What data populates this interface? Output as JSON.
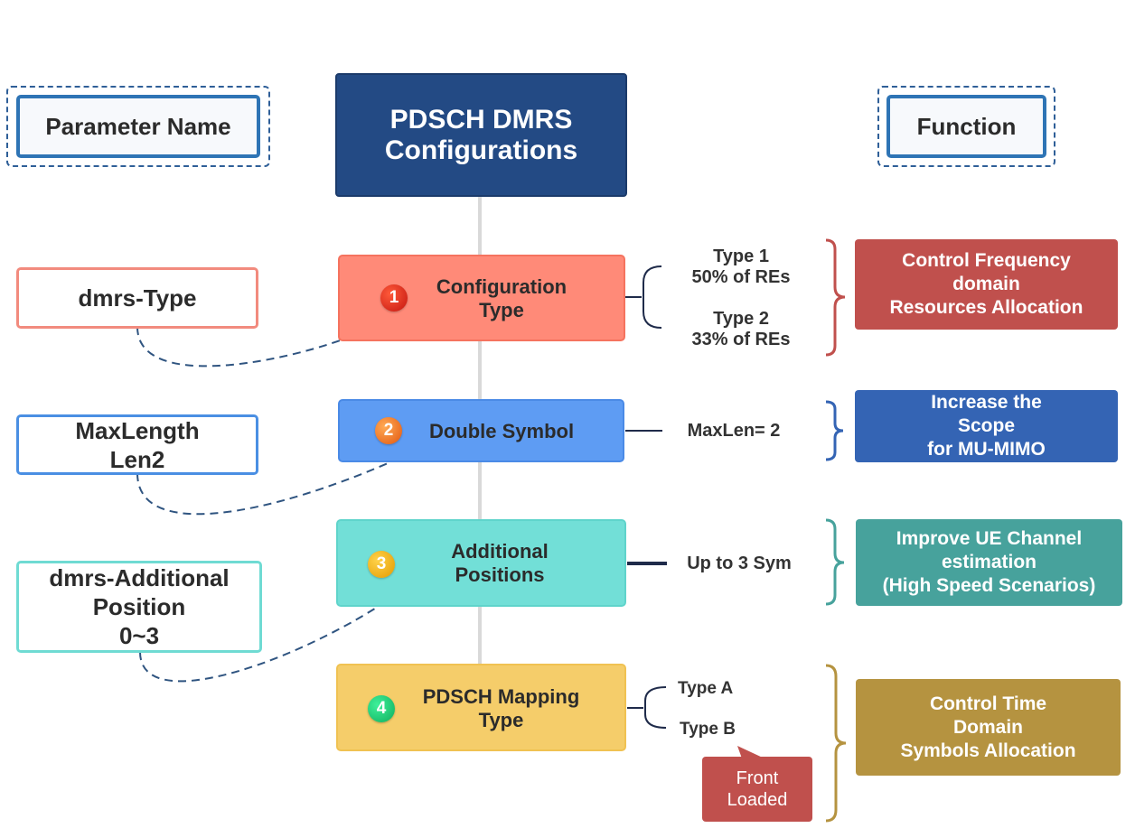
{
  "headers": {
    "parameter_name": "Parameter Name",
    "title_line1": "PDSCH DMRS",
    "title_line2": "Configurations",
    "function": "Function"
  },
  "rows": [
    {
      "badge": "1",
      "step_line1": "Configuration",
      "step_line2": "Type",
      "param_lines": [
        "dmrs-Type"
      ],
      "options": [
        {
          "line1": "Type 1",
          "line2": "50% of REs"
        },
        {
          "line1": "Type 2",
          "line2": "33% of REs"
        }
      ],
      "function_lines": [
        "Control Frequency",
        "domain",
        "Resources Allocation"
      ]
    },
    {
      "badge": "2",
      "step_line1": "Double Symbol",
      "param_lines": [
        "MaxLength",
        "Len2"
      ],
      "option": "MaxLen= 2",
      "function_lines": [
        "Increase the",
        "Scope",
        "for MU-MIMO"
      ]
    },
    {
      "badge": "3",
      "step_line1": "Additional",
      "step_line2": "Positions",
      "param_lines": [
        "dmrs-Additional",
        "Position",
        "0~3"
      ],
      "option": "Up to 3 Sym",
      "function_lines": [
        "Improve UE Channel",
        "estimation",
        "(High Speed Scenarios)"
      ]
    },
    {
      "badge": "4",
      "step_line1": "PDSCH Mapping",
      "step_line2": "Type",
      "options": [
        "Type A",
        "Type B"
      ],
      "callout_line1": "Front",
      "callout_line2": "Loaded",
      "function_lines": [
        "Control Time",
        "Domain",
        "Symbols Allocation"
      ]
    }
  ],
  "colors": {
    "title_bg": "#234a84",
    "header_border": "#2e74b5",
    "row1_step": "#ff8a78",
    "row1_param_border": "#f28b7e",
    "row1_func": "#c0504d",
    "row2_step": "#5e9cf3",
    "row2_param_border": "#4a8fe3",
    "row2_func": "#3464b4",
    "row3_step": "#72dfd7",
    "row3_param_border": "#6fdbd3",
    "row3_func": "#47a29c",
    "row4_step": "#f5cd6a",
    "row4_func": "#b59340",
    "callout_bg": "#c0504d"
  },
  "icons": [
    "number-badge-1",
    "number-badge-2",
    "number-badge-3",
    "number-badge-4",
    "curly-brace",
    "dashed-connector"
  ]
}
